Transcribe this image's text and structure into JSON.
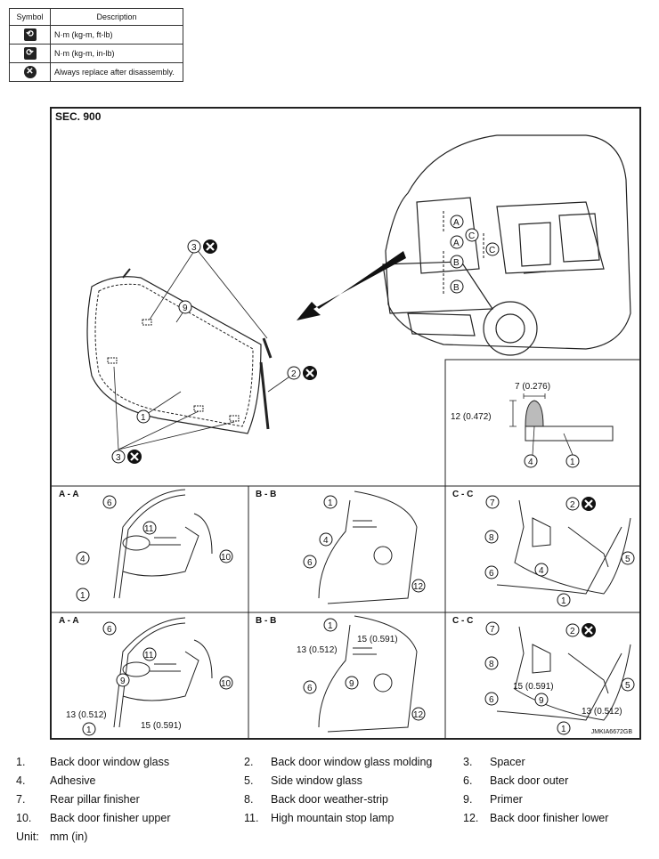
{
  "legend": {
    "header_symbol": "Symbol",
    "header_description": "Description",
    "rows": [
      {
        "icon": "torque-wrench-icon",
        "text": "N·m (kg-m, ft-lb)"
      },
      {
        "icon": "torque-wrench-small-icon",
        "text": "N·m (kg-m, in-lb)"
      },
      {
        "icon": "replace-x-icon",
        "text": "Always replace after disassembly."
      }
    ]
  },
  "figure": {
    "section": "SEC. 900",
    "code": "JMKIA6672GB",
    "dim_width": "7 (0.276)",
    "dim_height": "12 (0.472)",
    "dim_a": "13 (0.512)",
    "dim_b": "15 (0.591)",
    "views": [
      "A - A",
      "B - B",
      "C - C"
    ]
  },
  "parts": [
    {
      "num": "1.",
      "name": "Back door window glass"
    },
    {
      "num": "2.",
      "name": "Back door window glass molding"
    },
    {
      "num": "3.",
      "name": "Spacer"
    },
    {
      "num": "4.",
      "name": "Adhesive"
    },
    {
      "num": "5.",
      "name": "Side window glass"
    },
    {
      "num": "6.",
      "name": "Back door outer"
    },
    {
      "num": "7.",
      "name": "Rear pillar finisher"
    },
    {
      "num": "8.",
      "name": "Back door weather-strip"
    },
    {
      "num": "9.",
      "name": "Primer"
    },
    {
      "num": "10.",
      "name": "Back door finisher upper"
    },
    {
      "num": "11.",
      "name": "High mountain stop lamp"
    },
    {
      "num": "12.",
      "name": "Back door finisher lower"
    }
  ],
  "unit": {
    "label": "Unit:",
    "value": "mm (in)"
  }
}
